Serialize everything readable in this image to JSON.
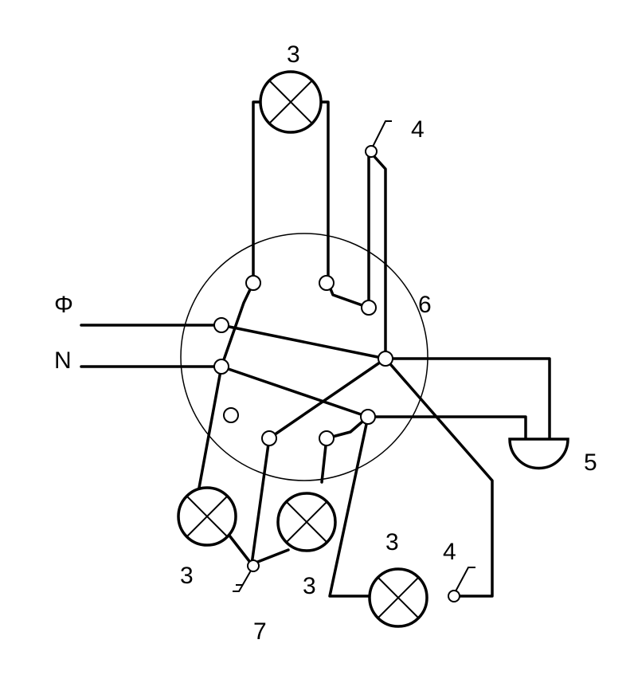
{
  "labels": {
    "phase": "Φ",
    "neutral": "N",
    "lamp_top": "3",
    "switch_top": "4",
    "junction_box": "6",
    "socket": "5",
    "lamp_left": "3",
    "lamp_middle": "3",
    "lamp_right": "3",
    "switch_bottom": "4",
    "switch_double": "7"
  }
}
